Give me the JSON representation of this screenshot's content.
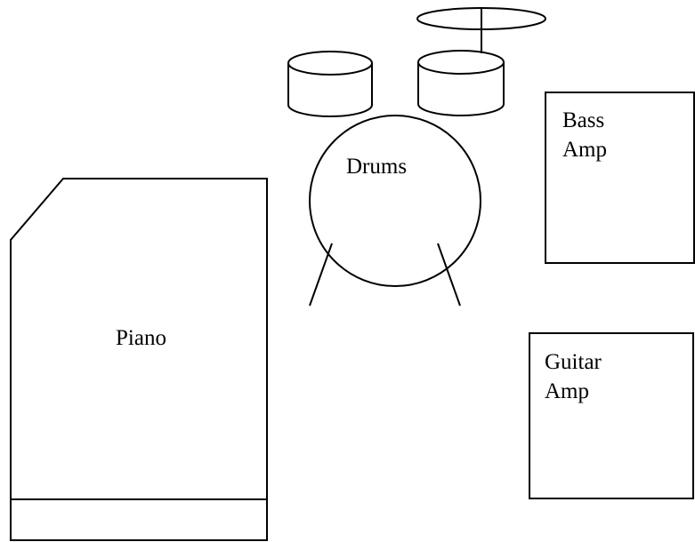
{
  "diagram": {
    "stroke_color": "#000000",
    "background_color": "#ffffff",
    "labels": {
      "drums": "Drums",
      "piano": "Piano",
      "bass_amp": {
        "line1": "Bass",
        "line2": "Amp"
      },
      "guitar_amp": {
        "line1": "Guitar",
        "line2": "Amp"
      }
    }
  }
}
